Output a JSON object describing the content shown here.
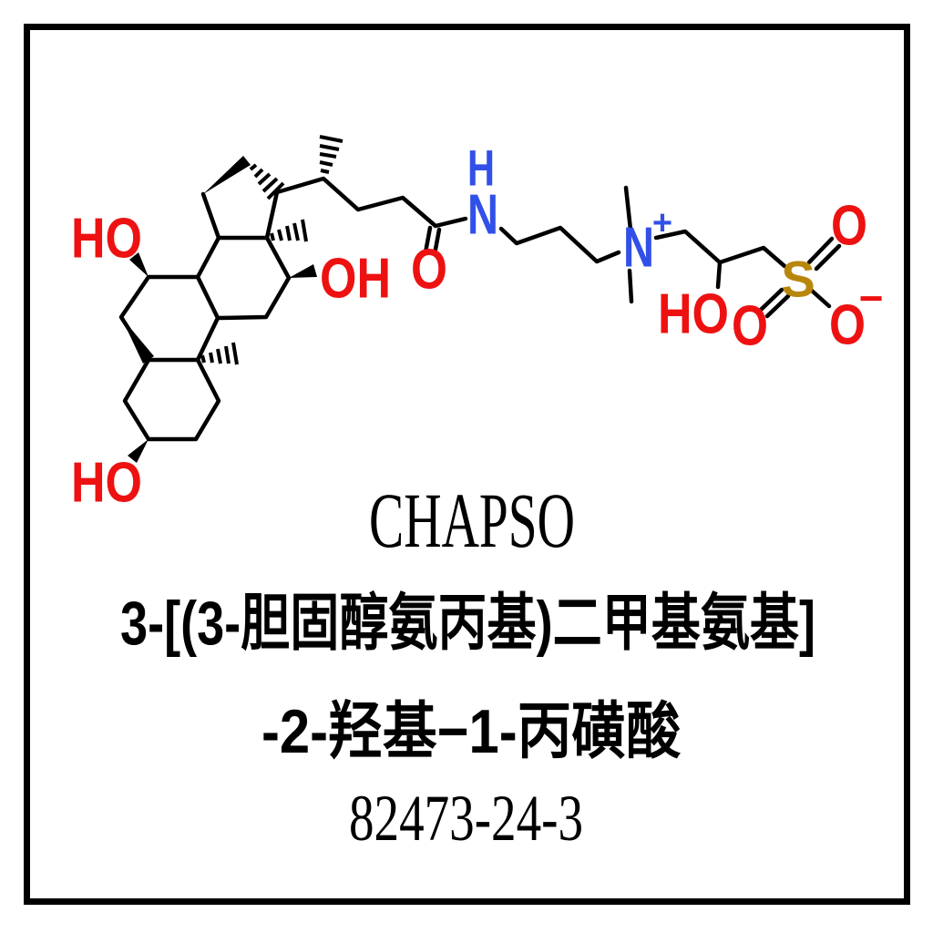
{
  "figure": {
    "title_en": "CHAPSO",
    "name_cn_line1": "3-[(3-胆固醇氨丙基)二甲基氨基]",
    "name_cn_line2": "-2-羟基−1-丙磺酸",
    "cas_number": "82473-24-3"
  },
  "molecule": {
    "labels": {
      "ho_c7": "HO",
      "oh_c12": "OH",
      "ho_c3": "HO",
      "o_carbonyl": "O",
      "h_amide": "H",
      "n_amide": "N",
      "n_quaternary": "N",
      "plus_charge": "+",
      "ho_hydroxypropyl": "HO",
      "s_sulfonate": "S",
      "o_sulfonate_top": "O",
      "o_sulfonate_left": "O",
      "o_sulfonate_anion": "O",
      "minus_charge": "−"
    }
  },
  "colors": {
    "bond": "#000000",
    "oxygen": "#ee1111",
    "nitrogen": "#3050e8",
    "sulfur": "#b8860b",
    "frame": "#000000",
    "background": "#ffffff"
  }
}
